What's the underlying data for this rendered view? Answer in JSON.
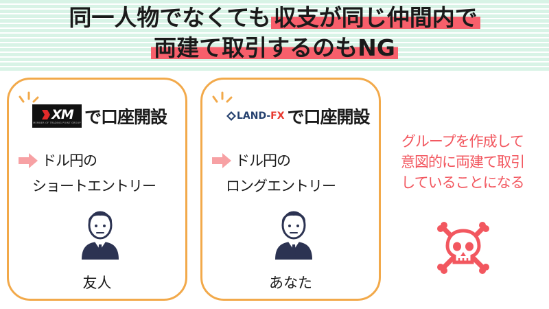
{
  "title": {
    "line1_plain": "同一人物でなくても",
    "line1_highlight": "収支が同じ仲間内で",
    "line2": "両建て取引するのもNG"
  },
  "cards": [
    {
      "logo_text": "XM",
      "logo_subtext": "MEMBER OF TRADING POINT GROUP",
      "suffix": "で口座開設",
      "trade_line1": "ドル円の",
      "trade_line2": "ショートエントリー",
      "person_label": "友人"
    },
    {
      "logo_text": "LAND-",
      "logo_text_accent": "FX",
      "suffix": "で口座開設",
      "trade_line1": "ドル円の",
      "trade_line2": "ロングエントリー",
      "person_label": "あなた"
    }
  ],
  "note": {
    "lines": [
      "グループを作成して",
      "意図的に両建て取引",
      "していることになる"
    ]
  },
  "icons": {
    "spark": "spark-lines-icon",
    "arrow": "right-arrow-icon",
    "person": "businessman-icon",
    "skull": "skull-crossbones-icon",
    "land_fx": "land-fx-diamond-icon"
  },
  "colors": {
    "header_stripe": "#d8f3e6",
    "highlight": "#f75f6b",
    "card_border": "#f2a94a",
    "arrow": "#f7a1a4",
    "note_text": "#f2575f",
    "skull": "#f2575f",
    "person": "#2c3352"
  }
}
